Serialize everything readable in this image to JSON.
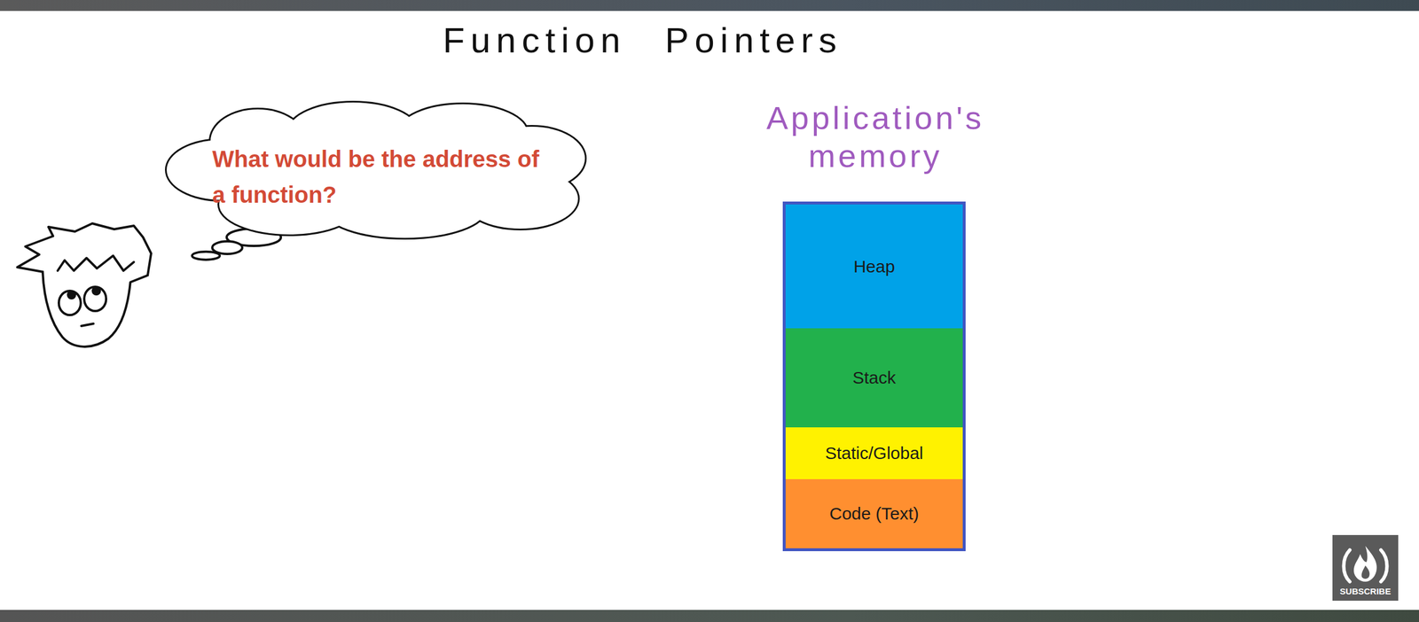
{
  "diagram": {
    "title": "Function Pointers",
    "nodes": [
      {
        "text": [
          "What would be the address of a function?"
        ]
      },
      {
        "text": [
          "Application's memory"
        ]
      },
      {
        "text": [
          "Heap"
        ],
        "in": 1
      },
      {
        "text": [
          "Stack"
        ],
        "in": 1
      },
      {
        "text": [
          "Static/Global"
        ],
        "in": 1
      },
      {
        "text": [
          "Code (Text)"
        ],
        "in": 1
      }
    ],
    "labels": [
      "SUBSCRIBE"
    ]
  }
}
